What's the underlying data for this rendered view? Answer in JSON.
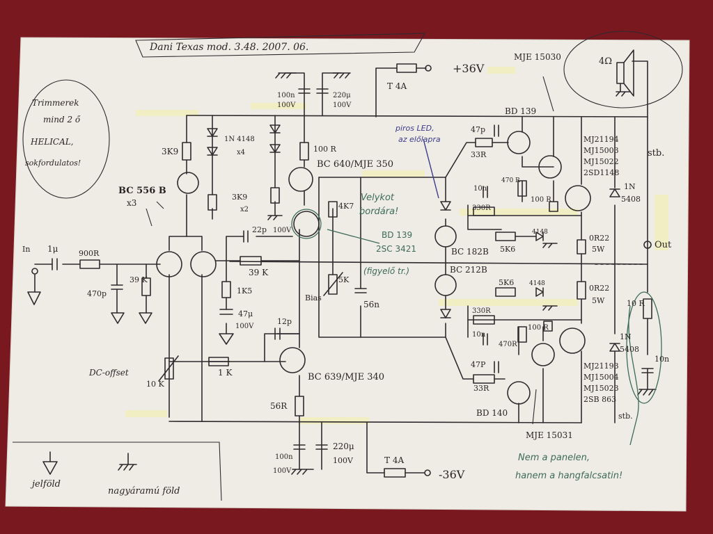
{
  "schematic": {
    "title": "Dani Texas mod. 3.48. 2007. 06.",
    "notes": {
      "trimmer": [
        "Trimmerek",
        "mind 2 ő",
        "HELICAL,",
        "sokfordulatos!"
      ],
      "led": [
        "piros LED,",
        "az előlapra"
      ],
      "heatsink": [
        "Velykot",
        "bordára!"
      ],
      "sense_transistor": [
        "BD 139",
        "2SC 3421"
      ],
      "sense_note": "(figyelő tr.)",
      "zobel": [
        "Nem a panelen,",
        "hanem a hangfalcsatin!"
      ]
    },
    "labels": {
      "supply_pos": "+36V",
      "supply_neg": "-36V",
      "fuse_pos": "T 4A",
      "fuse_neg": "T 4A",
      "speaker": "4Ω",
      "input": "In",
      "output": "Out",
      "input_cap": "1μ",
      "r_input": "900R",
      "c_input": "470p",
      "r_39k_in": "39 K",
      "bc556": "BC 556 B",
      "bc556_count": "x3",
      "r_3k9": "3K9",
      "diodes": "1N 4148",
      "diodes_count": "x4",
      "r_3k9_pair": "3K9",
      "r_3k9_pair_count": "x2",
      "c_22p": "22p",
      "c_22p_v": "100V",
      "r_39k_fb": "39 K",
      "r_1k5": "1K5",
      "c_47u": "47μ",
      "c_47u_v": "100V",
      "c_100n_top": "100n",
      "c_100n_top_v": "100V",
      "c_220u_top": "220μ",
      "c_220u_top_v": "100V",
      "r_100r": "100 R",
      "bc640": "BC 640/MJE 350",
      "r_4k7": "4K7",
      "bias_pot": "5K",
      "bias": "Bias",
      "c_56n": "56n",
      "c_12p": "12p",
      "bc639": "BC 639/MJE 340",
      "r_56r": "56R",
      "dc_offset": "DC-offset",
      "offset_pot": "10 K",
      "r_1k": "1 K",
      "c_100n_bot": "100n",
      "c_100n_bot_v": "100V",
      "c_220u_bot": "220μ",
      "c_220u_bot_v": "100V",
      "mje15030": "MJE 15030",
      "bd139_top": "BD 139",
      "c_47p_top": "47p",
      "r_33r_top": "33R",
      "r_470r_top": "470 R",
      "r_100r_top": "100 R",
      "c_10n_top": "10n",
      "r_330r_top": "330R",
      "r_5k6_top": "5K6",
      "d_4148_top": "4148",
      "bc182b": "BC 182B",
      "bc212b": "BC 212B",
      "r_5k6_bot": "5K6",
      "d_4148_bot": "4148",
      "r_330r_bot": "330R",
      "c_10n_bot": "10n",
      "r_470r_bot": "470R",
      "r_100r_bot": "100 R",
      "c_47p_bot": "47P",
      "r_33r_bot": "33R",
      "bd140": "BD 140",
      "mje15031": "MJE 15031",
      "npn_out": [
        "MJ21194",
        "MJ15003",
        "MJ15022",
        "2SD1148"
      ],
      "pnp_out": [
        "MJ21193",
        "MJ15004",
        "MJ15023",
        "2SB 863"
      ],
      "re_top": "0R22",
      "re_top_w": "5W",
      "re_bot": "0R22",
      "re_bot_w": "5W",
      "d_top": "1N",
      "d_top_type": "5408",
      "d_bot": "1N",
      "d_bot_type": "5408",
      "zobel_r": "10 R",
      "zobel_c": "10n",
      "stb_top": "stb.",
      "stb_bot": "stb."
    },
    "legend": {
      "signal_ground": "jelföld",
      "power_ground": "nagyáramú föld"
    }
  }
}
